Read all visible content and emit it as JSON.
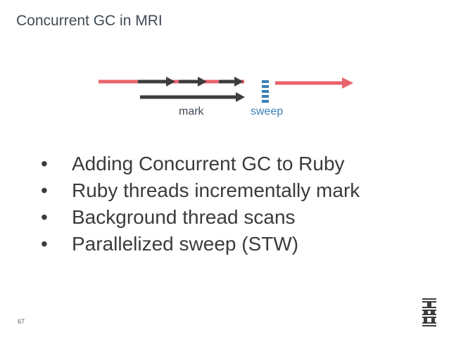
{
  "slide": {
    "title": "Concurrent GC in MRI",
    "page_number": "67"
  },
  "diagram": {
    "mark_label": "mark",
    "sweep_label": "sweep",
    "colors": {
      "mutator": "#e8636b",
      "gc": "#3d3d3d",
      "sweep": "#3a7fb5"
    }
  },
  "bullets": {
    "marker": "•",
    "items": [
      "Adding Concurrent GC to Ruby",
      "Ruby threads incrementally mark",
      "Background thread scans",
      "Parallelized sweep (STW)"
    ]
  },
  "logo": {
    "text": "IBM",
    "icon": "ibm-logo-icon"
  }
}
